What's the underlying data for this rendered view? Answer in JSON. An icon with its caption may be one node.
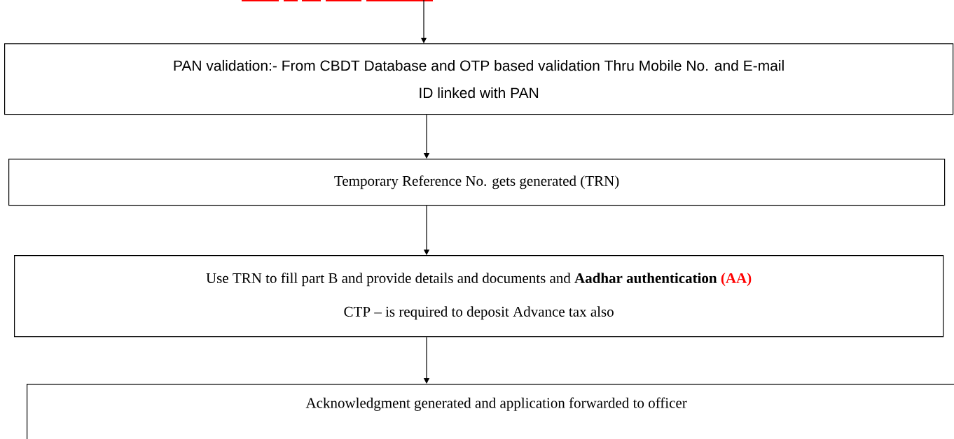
{
  "diagram": {
    "nodes": [
      {
        "text": [
          "PAN validation:- From CBDT Database and OTP based validation Thru Mobile No. and E-mail ID linked with PAN"
        ]
      },
      {
        "text": [
          "Temporary Reference No. gets generated (TRN)"
        ]
      },
      {
        "text": [
          "Use TRN to fill part B and provide details and documents and **Aadhar authentication**",
          "(AA)",
          "CTP – is required to deposit Advance tax also"
        ]
      },
      {
        "text": [
          "Acknowledgment generated and application forwarded to officer"
        ]
      }
    ],
    "edges": [
      {
        "from": null,
        "to": 0,
        "arrow": "to"
      },
      {
        "from": 0,
        "to": 1,
        "arrow": "to"
      },
      {
        "from": 1,
        "to": 2,
        "arrow": "to"
      },
      {
        "from": 2,
        "to": 3,
        "arrow": "to"
      }
    ]
  }
}
